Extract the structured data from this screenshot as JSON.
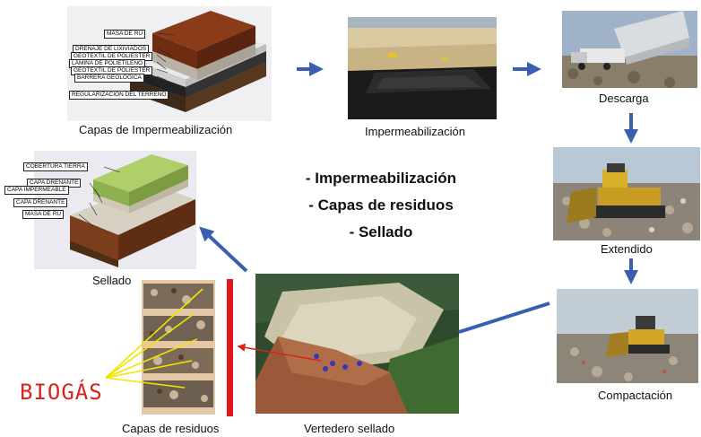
{
  "captions": {
    "capas_impermeabilizacion": "Capas de Impermeabilización",
    "impermeabilizacion": "Impermeabilización",
    "descarga": "Descarga",
    "extendido": "Extendido",
    "compactacion": "Compactación",
    "sellado": "Sellado",
    "capas_residuos": "Capas de residuos",
    "vertedero_sellado": "Vertedero sellado"
  },
  "top_diagram_labels": [
    "MASA DE RU",
    "DRENAJE DE LIXIVIADOS",
    "GEOTEXTIL DE POLIESTER",
    "LÁMINA DE POLIETILENO",
    "GEOTEXTIL DE POLIESTER",
    "BARRERA GEOLÓGICA",
    "REGULARIZACIÓN DEL TERRENO"
  ],
  "seal_diagram_labels": [
    "COBERTURA TIERRA",
    "CAPA DRENANTE",
    "CAPA IMPERMEABLE",
    "CAPA DRENANTE",
    "MASA DE RU"
  ],
  "steps": [
    "- Impermeabilización",
    "- Capas de residuos",
    "- Sellado"
  ],
  "biogas": "BIOGÁS",
  "colors": {
    "arrow_blue": "#3a5fb0",
    "biogas_red": "#d8241c",
    "yellow_lines": "#f2e400"
  }
}
